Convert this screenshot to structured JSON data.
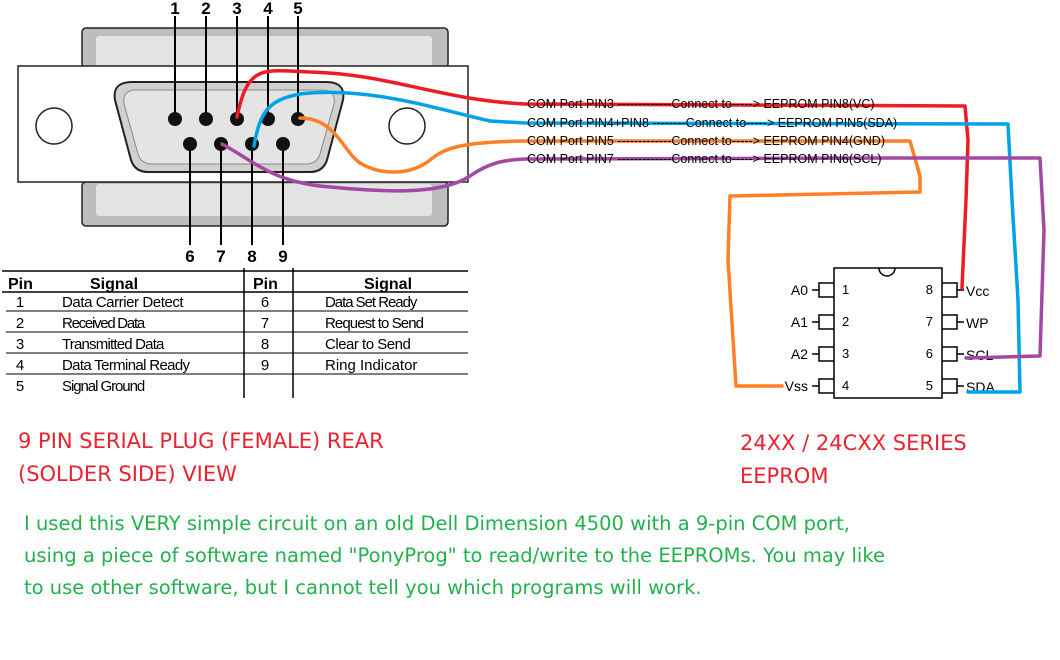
{
  "connector": {
    "top_pin_numbers": [
      "1",
      "2",
      "3",
      "4",
      "5"
    ],
    "bottom_pin_numbers": [
      "6",
      "7",
      "8",
      "9"
    ]
  },
  "connections": [
    {
      "text": "COM Port PIN3 -------------Connect to-----> EEPROM PIN8(VC)",
      "color": "#ed1c24"
    },
    {
      "text": "COM Port PIN4+PIN8 --------Connect to-----> EEPROM PIN5(SDA)",
      "color": "#00a2e8"
    },
    {
      "text": "COM Port PIN5 -------------Connect to-----> EEPROM PIN4(GND)",
      "color": "#ff7f27"
    },
    {
      "text": "COM Port PIN7 -------------Connect to-----> EEPROM PIN6(SCL)",
      "color": "#a349a4"
    }
  ],
  "pin_table": {
    "headers": [
      "Pin",
      "Signal",
      "Pin",
      "Signal"
    ],
    "left_rows": [
      {
        "pin": "1",
        "signal": "Data Carrier Detect"
      },
      {
        "pin": "2",
        "signal": "Received Data"
      },
      {
        "pin": "3",
        "signal": "Transmitted Data"
      },
      {
        "pin": "4",
        "signal": "Data  Terminal Ready"
      },
      {
        "pin": "5",
        "signal": "Signal Ground"
      }
    ],
    "right_rows": [
      {
        "pin": "6",
        "signal": "Data Set Ready"
      },
      {
        "pin": "7",
        "signal": "Request to Send"
      },
      {
        "pin": "8",
        "signal": "Clear to Send"
      },
      {
        "pin": "9",
        "signal": "Ring Indicator"
      }
    ]
  },
  "chip": {
    "left_pins": [
      {
        "label": "A0",
        "num": "1"
      },
      {
        "label": "A1",
        "num": "2"
      },
      {
        "label": "A2",
        "num": "3"
      },
      {
        "label": "Vss",
        "num": "4"
      }
    ],
    "right_pins": [
      {
        "label": "Vcc",
        "num": "8"
      },
      {
        "label": "WP",
        "num": "7"
      },
      {
        "label": "SCL",
        "num": "6"
      },
      {
        "label": "SDA",
        "num": "5"
      }
    ]
  },
  "captions": {
    "plug_line1": "9 PIN SERIAL PLUG (FEMALE) REAR",
    "plug_line2": "(SOLDER SIDE) VIEW",
    "eeprom_line1": "24XX / 24CXX SERIES",
    "eeprom_line2": "EEPROM",
    "note_line1": "I used this VERY simple circuit on an old Dell Dimension 4500 with a 9-pin COM port,",
    "note_line2": "using a piece of software named \"PonyProg\" to read/write to the EEPROMs. You may like",
    "note_line3": "to use other software, but I cannot tell you which programs will work."
  },
  "colors": {
    "red": "#ed1c24",
    "blue": "#00a2e8",
    "orange": "#ff7f27",
    "purple": "#a349a4",
    "caption_red": "#e8222e",
    "caption_green": "#22b14c"
  }
}
